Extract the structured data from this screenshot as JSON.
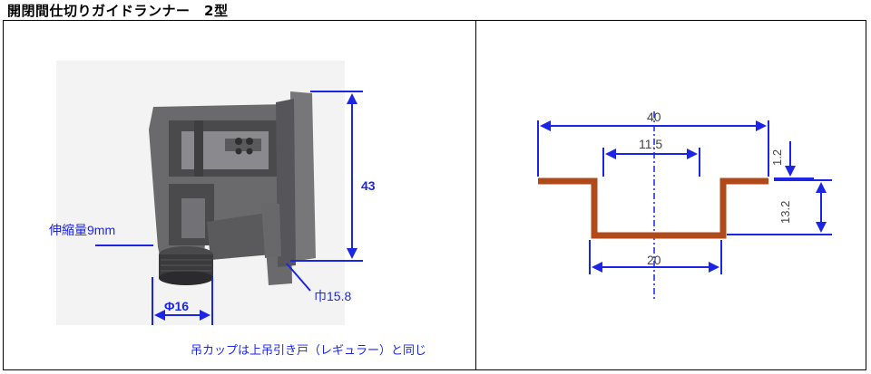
{
  "page": {
    "title": "開閉間仕切りガイドランナー　2型"
  },
  "photo": {
    "height_label": "43",
    "stroke_label": "伸縮量9mm",
    "width_label": "巾15.8",
    "diameter_label": "Φ16",
    "note": "吊カップは上吊引き戸（レギュラー）と同じ"
  },
  "section": {
    "dim_total": "40",
    "dim_opening": "11.5",
    "dim_bottom": "20",
    "dim_thickness": "1.2",
    "dim_height": "13.2"
  },
  "colors": {
    "dimension_blue": "#1c25e6",
    "profile_brown": "#b04a1a",
    "part_grey": "#5e5e60"
  }
}
